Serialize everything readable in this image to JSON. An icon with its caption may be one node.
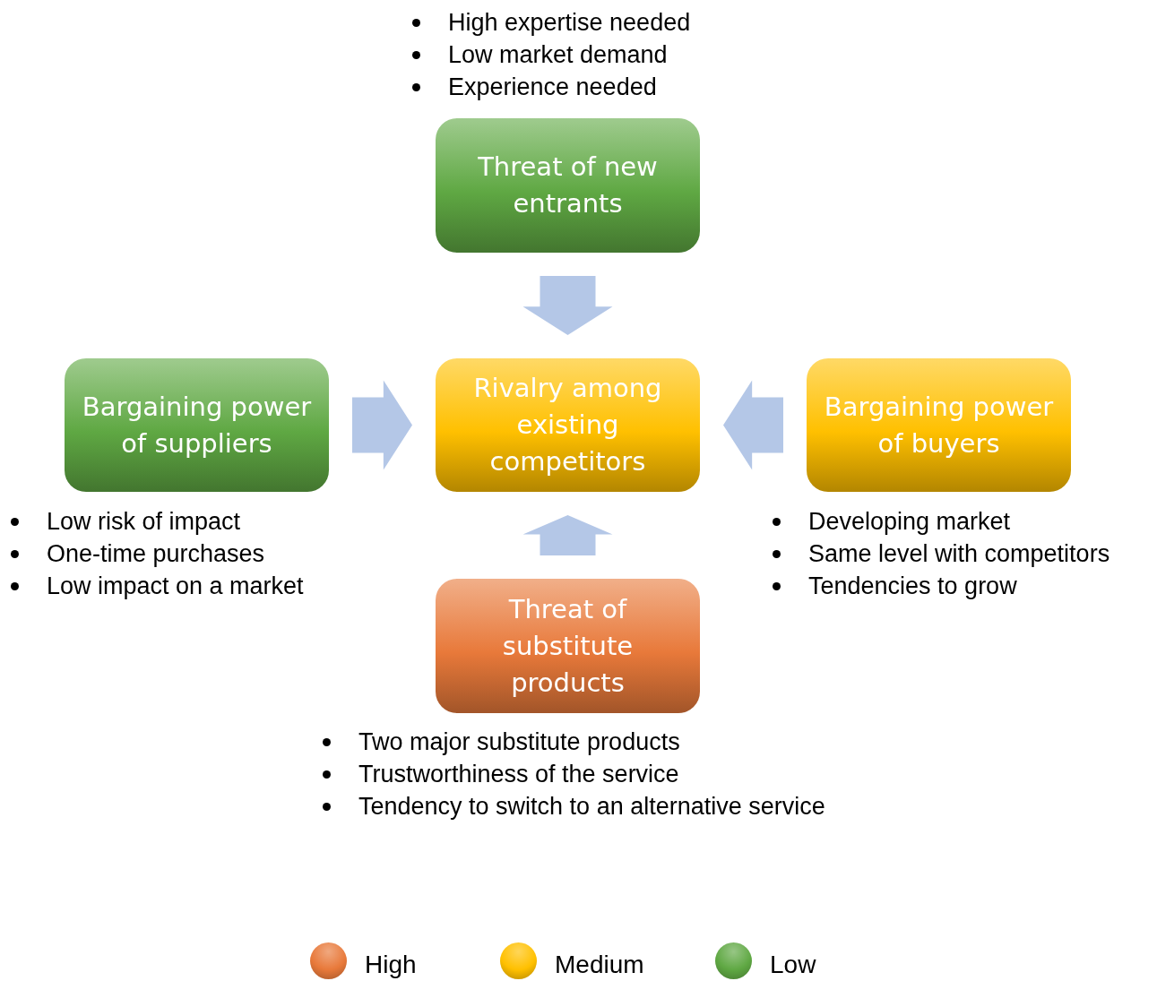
{
  "diagram": {
    "nodes": [
      {
        "text": [
          "Threat of new entrants"
        ],
        "beside": [
          "High expertise needed",
          "Low market demand",
          "Experience needed"
        ]
      },
      {
        "text": [
          "Bargaining power of suppliers"
        ],
        "beside": [
          "Low risk of impact",
          "One-time purchases",
          "Low impact on a market"
        ]
      },
      {
        "text": [
          "Rivalry among existing competitors"
        ]
      },
      {
        "text": [
          "Bargaining power of buyers"
        ],
        "beside": [
          "Developing market",
          "Same level with competitors",
          "Tendencies to grow"
        ]
      },
      {
        "text": [
          "Threat of substitute products"
        ],
        "beside": [
          "Two major substitute products",
          "Trustworthiness of the service",
          "Tendency to switch to an alternative service"
        ]
      }
    ],
    "edges": [
      {
        "from": 0,
        "to": 2,
        "arrow": "to"
      },
      {
        "from": 1,
        "to": 2,
        "arrow": "to"
      },
      {
        "from": 3,
        "to": 2,
        "arrow": "to"
      },
      {
        "from": 4,
        "to": 2,
        "arrow": "to"
      }
    ],
    "legend": [
      {
        "text": "High",
        "color": "#e8793a"
      },
      {
        "text": "Medium",
        "color": "#ffc000"
      },
      {
        "text": "Low",
        "color": "#5fa843"
      }
    ]
  }
}
